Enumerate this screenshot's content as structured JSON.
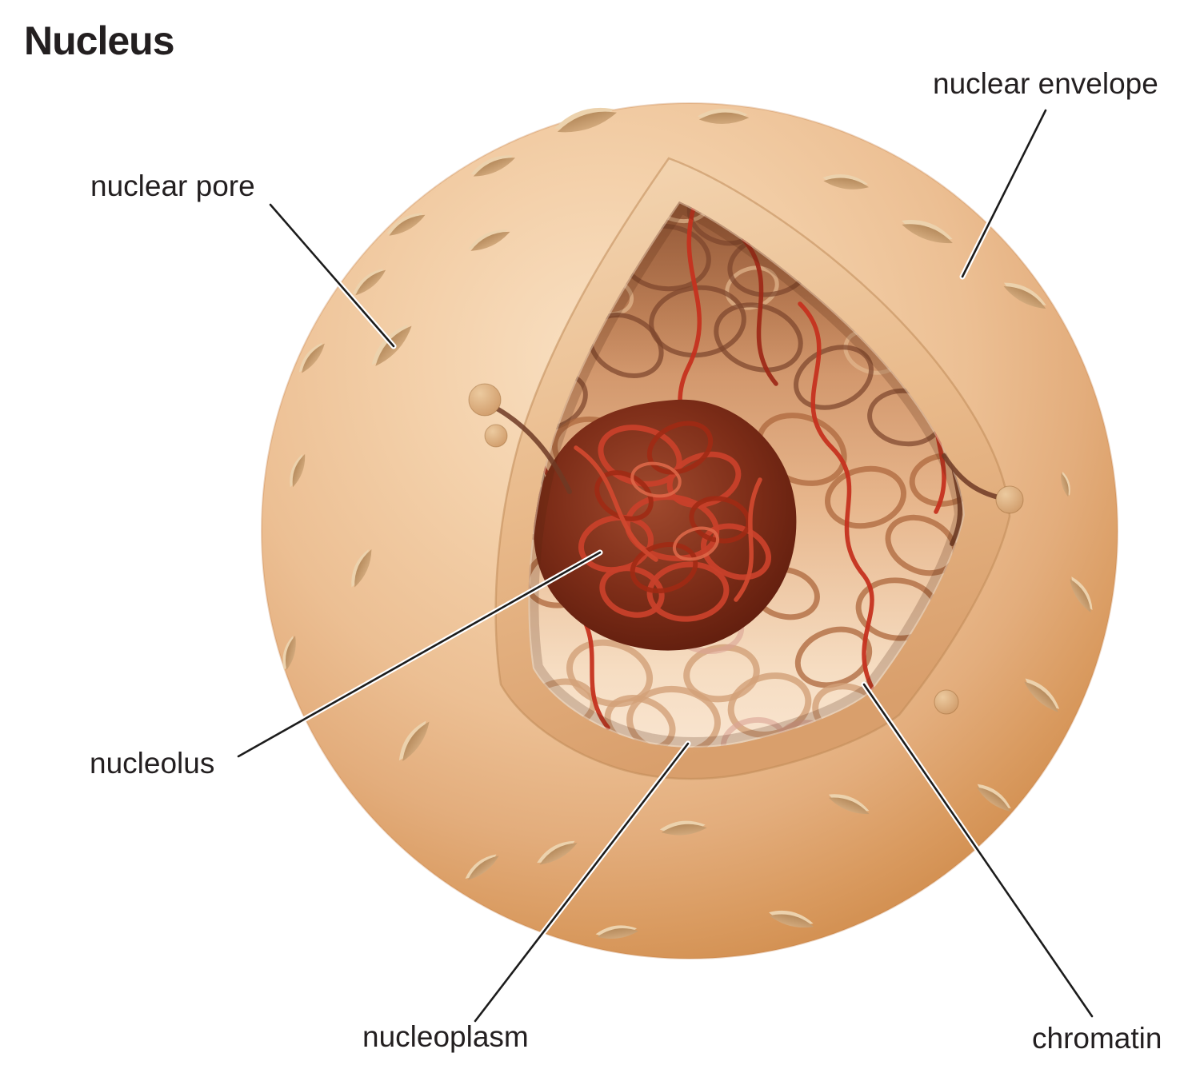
{
  "title": "Nucleus",
  "labels": {
    "nuclear_pore": "nuclear pore",
    "nuclear_envelope": "nuclear envelope",
    "nucleolus": "nucleolus",
    "nucleoplasm": "nucleoplasm",
    "chromatin": "chromatin"
  },
  "colors": {
    "background": "#ffffff",
    "label_text": "#231f20",
    "leader_line": "#1c1c1c",
    "envelope_light": "#f6dcbd",
    "envelope_mid": "#ecbf93",
    "envelope_dark": "#cd8745",
    "pore_fill": "#c9a173",
    "cut_edge": "#eec49a",
    "nucleoplasm_light": "#f8e3cd",
    "nucleoplasm_shadow": "#a96644",
    "chromatin_brown": "#8a4a30",
    "chromatin_red": "#c5311f",
    "nucleolus_dark": "#7d2d18"
  }
}
